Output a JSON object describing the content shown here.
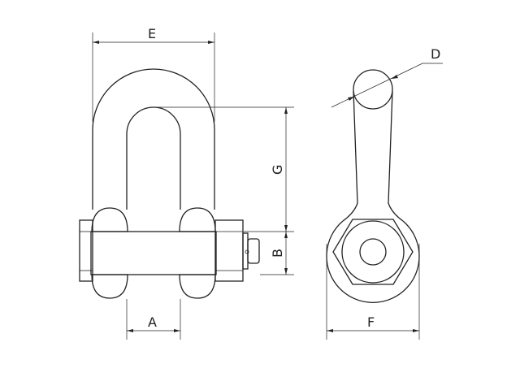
{
  "dimensions": {
    "E": "E",
    "D": "D",
    "G": "G",
    "B": "B",
    "A": "A",
    "F": "F"
  },
  "colors": {
    "line": "#222222",
    "background": "#ffffff"
  }
}
